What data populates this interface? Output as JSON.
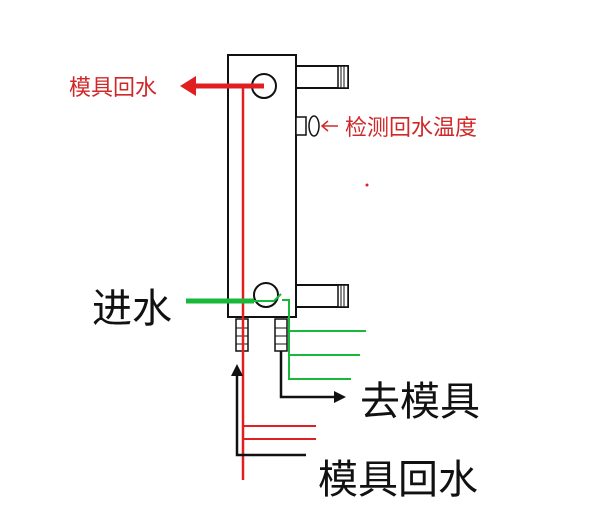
{
  "labels": {
    "return_top": "模具回水",
    "detect_temp": "检测回水温度",
    "water_in": "进水",
    "to_mold": "去模具",
    "return_bottom": "模具回水"
  },
  "colors": {
    "red": "#e02020",
    "green": "#18b83a",
    "black": "#111111",
    "label_red": "#d02828"
  }
}
